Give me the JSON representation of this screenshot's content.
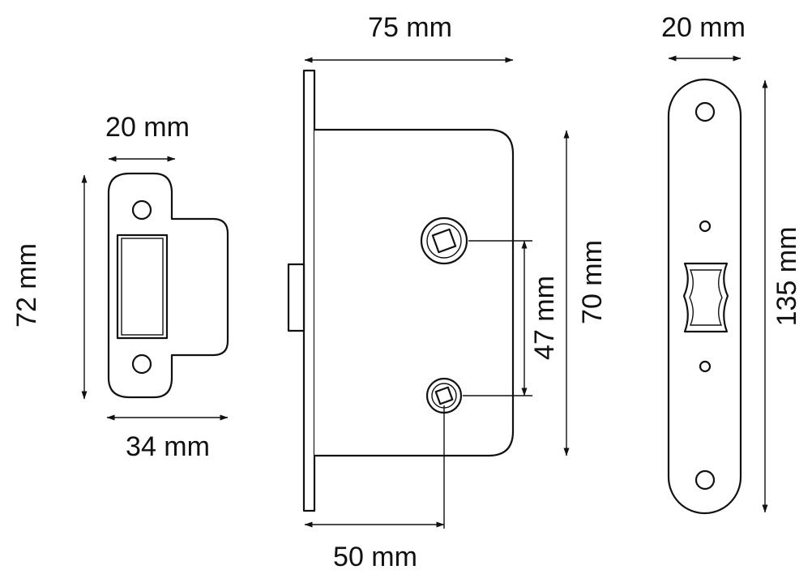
{
  "colors": {
    "line": "#111111",
    "background": "#ffffff"
  },
  "strike_plate": {
    "width_label": "20 mm",
    "height_label": "72 mm",
    "length_label": "34 mm"
  },
  "lock_body": {
    "depth_label": "75 mm",
    "spindle_distance_label": "47 mm",
    "height_label": "70 mm",
    "backset_label": "50 mm"
  },
  "faceplate": {
    "width_label": "20 mm",
    "height_label": "135 mm"
  }
}
